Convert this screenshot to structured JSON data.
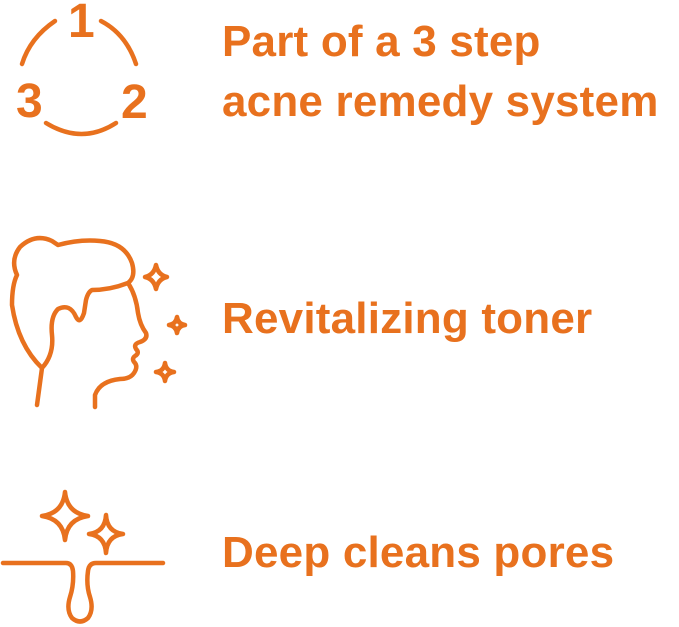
{
  "theme": {
    "accent": "#E8711E",
    "background": "#FFFFFF"
  },
  "features": [
    {
      "icon": "three-step-cycle-icon",
      "title_lines": [
        "Part of a 3 step",
        "acne remedy system"
      ],
      "step_numbers": [
        "1",
        "2",
        "3"
      ]
    },
    {
      "icon": "face-profile-sparkles-icon",
      "title_lines": [
        "Revitalizing toner"
      ]
    },
    {
      "icon": "pore-sparkles-icon",
      "title_lines": [
        "Deep cleans pores"
      ]
    }
  ]
}
